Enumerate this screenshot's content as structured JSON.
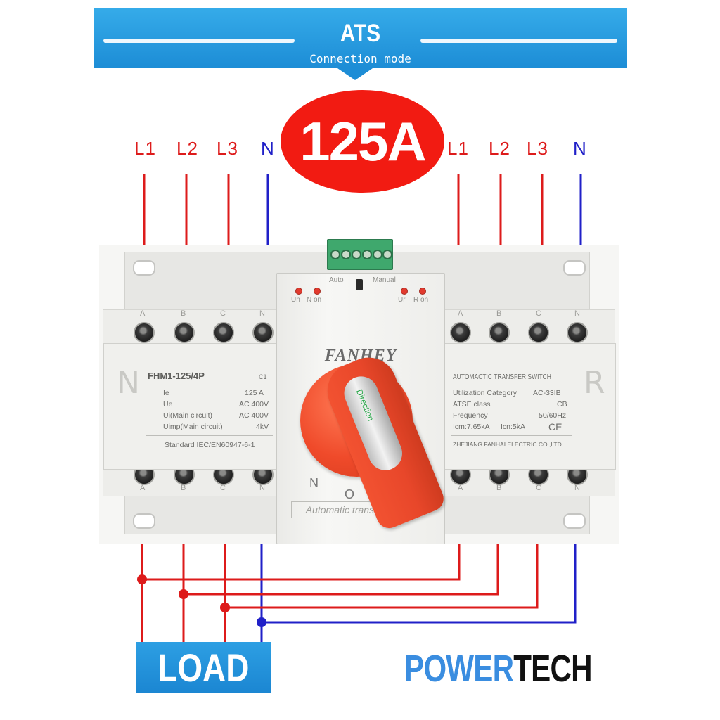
{
  "banner": {
    "title": "ATS",
    "subtitle": "Connection mode"
  },
  "rating": "125A",
  "terminals": {
    "source_a": [
      "L1",
      "L2",
      "L3",
      "N"
    ],
    "source_b": [
      "L1",
      "L2",
      "L3",
      "N"
    ]
  },
  "device": {
    "brand": "FANHEY",
    "model": "FHM1-125/4P",
    "model_suffix": "C1",
    "left_letter": "N",
    "right_letter": "R",
    "phases": [
      "A",
      "B",
      "C",
      "N"
    ],
    "left_specs": [
      {
        "label": "Ie",
        "value": "125 A"
      },
      {
        "label": "Ue",
        "value": "AC 400V"
      },
      {
        "label": "Ui(Main circuit)",
        "value": "AC 400V"
      },
      {
        "label": "Uimp(Main circuit)",
        "value": "4kV"
      }
    ],
    "standard": "Standard IEC/EN60947-6-1",
    "right_title": "AUTOMACTIC TRANSFER SWITCH",
    "right_specs": [
      {
        "label": "Utilization Category",
        "value": "AC-33IB"
      },
      {
        "label": "ATSE class",
        "value": "CB"
      },
      {
        "label": "Frequency",
        "value": "50/60Hz"
      },
      {
        "label": "Icm:7.65kA",
        "value": "Icn:5kA"
      }
    ],
    "manufacturer": "ZHEJIANG FANHAI ELECTRIC CO.,LTD",
    "mode_auto": "Auto",
    "mode_manual": "Manual",
    "led_labels": [
      "Un",
      "N on",
      "Ur",
      "R on"
    ],
    "handle_text": "Direction",
    "dial_marks": [
      "N",
      "O"
    ],
    "footer": "Automatic transfer switch"
  },
  "load_label": "LOAD",
  "logo": {
    "part1": "POWER",
    "part2": "TECH"
  },
  "colors": {
    "banner": "#1d8dd6",
    "rating_bg": "#f21b12",
    "phase_wire": "#dd1b1b",
    "neutral_wire": "#2020c8",
    "knob": "#ef4a2a",
    "logo_blue": "#3a8de0",
    "logo_black": "#111111"
  }
}
